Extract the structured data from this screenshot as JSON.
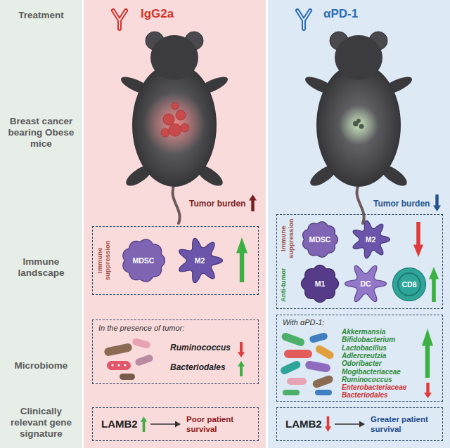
{
  "diagram": {
    "nodes": [
      {
        "text": [
          "Treatment",
          "Breast cancer bearing Obese mice",
          "Immune landscape",
          "Microbiome",
          "Clinically relevant gene signature"
        ]
      },
      {
        "text": [
          "IgG2a",
          "Tumor burden"
        ]
      },
      {
        "text": [
          "Immune suppression"
        ],
        "in": 1
      },
      {
        "text": [
          "MDSC"
        ],
        "in": 2
      },
      {
        "text": [
          "M2"
        ],
        "in": 2
      },
      {
        "text": [
          "In the presence of tumor:",
          "Ruminococcus",
          "Bacteriodales"
        ],
        "in": 1
      },
      {
        "text": [
          "LAMB2",
          "Poor patient survival"
        ],
        "in": 1
      },
      {
        "text": [
          "αPD-1",
          "Tumor burden"
        ]
      },
      {
        "text": [
          "Immune suppression",
          "Anti-tumor"
        ],
        "in": 7
      },
      {
        "text": [
          "MDSC"
        ],
        "in": 8
      },
      {
        "text": [
          "M2"
        ],
        "in": 8
      },
      {
        "text": [
          "M1"
        ],
        "in": 8
      },
      {
        "text": [
          "DC"
        ],
        "in": 8
      },
      {
        "text": [
          "CD8"
        ],
        "in": 8
      },
      {
        "text": [
          "With αPD-1:",
          "Akkermansia",
          "Bifidobacterium",
          "Lactobacillus",
          "Adlercreutzia",
          "Odoribacter",
          "Mogibacteriaceae",
          "Ruminococcus",
          "Enterobacteriaceae",
          "Bacteriodales"
        ],
        "in": 7
      },
      {
        "text": [
          "LAMB2",
          "Greater patient survival"
        ],
        "in": 7
      }
    ]
  }
}
